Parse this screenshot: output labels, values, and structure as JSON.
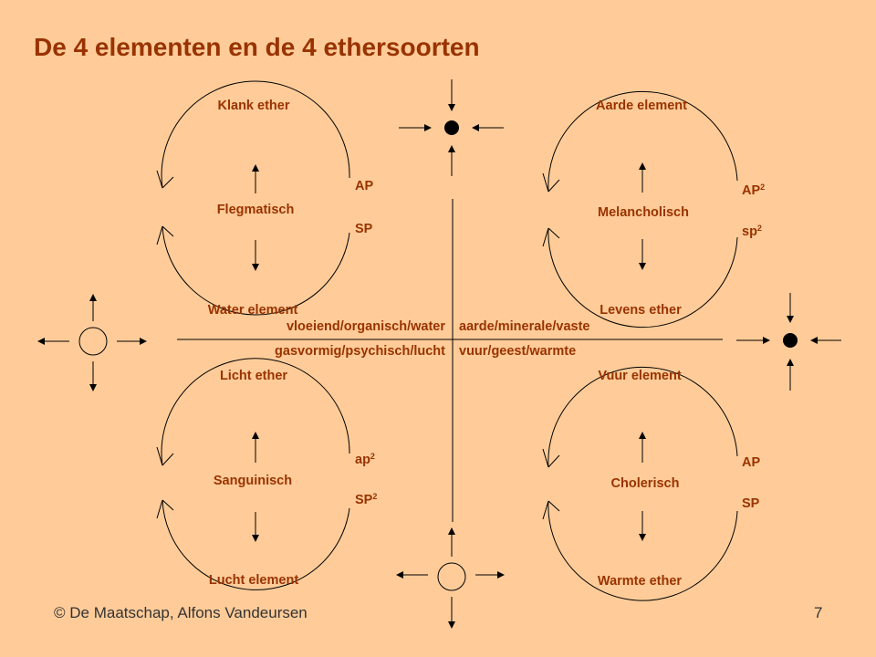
{
  "title": "De 4 elementen en de 4 ethersoorten",
  "colors": {
    "background": "#FFCC99",
    "accent": "#993300",
    "lines": "#000000"
  },
  "quadrants": {
    "top_left": {
      "top_label": "Klank ether",
      "center_label": "Flegmatisch",
      "bottom_label": "Water element",
      "right_upper": {
        "base": "AP",
        "sup": ""
      },
      "right_lower": {
        "base": "SP",
        "sup": ""
      }
    },
    "top_right": {
      "top_label": "Aarde element",
      "center_label": "Melancholisch",
      "bottom_label": "Levens ether",
      "right_upper": {
        "base": "AP",
        "sup": "2"
      },
      "right_lower": {
        "base": "sp",
        "sup": "2"
      }
    },
    "bottom_left": {
      "top_label": "Licht ether",
      "center_label": "Sanguinisch",
      "bottom_label": "Lucht element",
      "right_upper": {
        "base": "ap",
        "sup": "2"
      },
      "right_lower": {
        "base": "SP",
        "sup": "2"
      }
    },
    "bottom_right": {
      "top_label": "Vuur element",
      "center_label": "Cholerisch",
      "bottom_label": "Warmte ether",
      "right_upper": {
        "base": "AP",
        "sup": ""
      },
      "right_lower": {
        "base": "SP",
        "sup": ""
      }
    }
  },
  "axis_labels": {
    "upper_left": "vloeiend/organisch/water",
    "upper_right": "aarde/minerale/vaste",
    "lower_left": "gasvormig/psychisch/lucht",
    "lower_right": "vuur/geest/warmte"
  },
  "footer": {
    "copyright": "© De Maatschap, Alfons Vandeursen",
    "page_number": "7"
  }
}
